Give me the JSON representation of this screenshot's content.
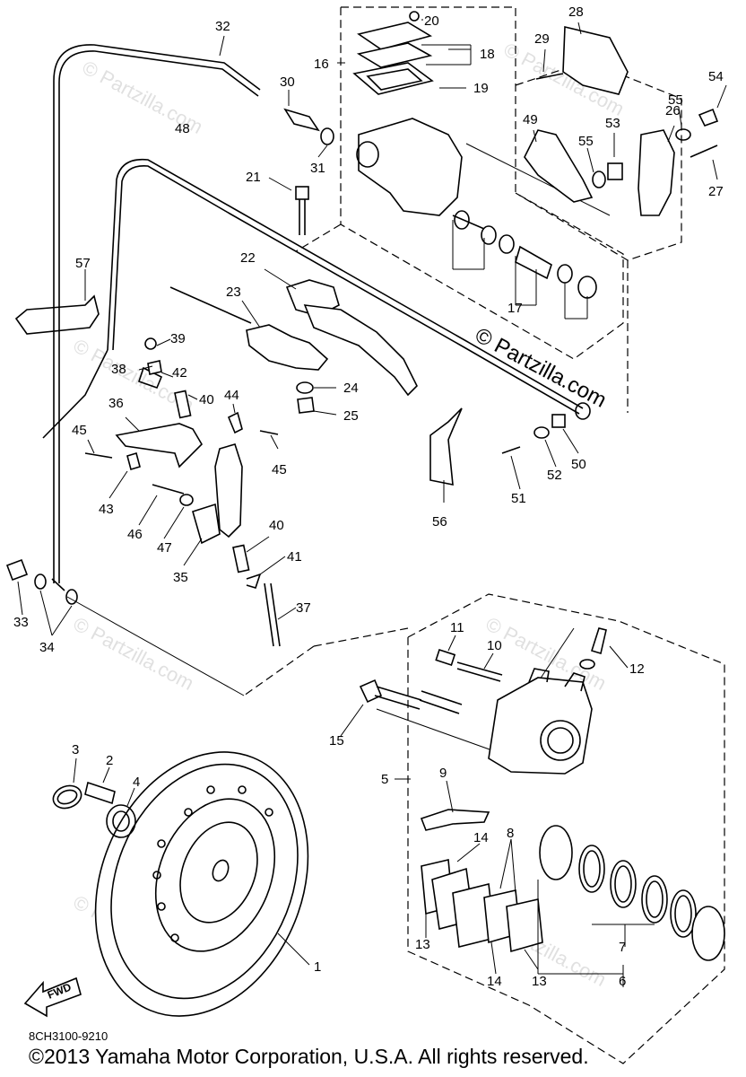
{
  "drawing_code": "8CH3100-9210",
  "copyright": "©2013  Yamaha Motor Corporation, U.S.A. All rights reserved.",
  "watermark": "© Partzilla.com",
  "fwd_label": "FWD",
  "callouts": [
    "1",
    "2",
    "3",
    "4",
    "5",
    "6",
    "7",
    "8",
    "9",
    "10",
    "11",
    "12",
    "13",
    "13",
    "14",
    "14",
    "15",
    "16",
    "17",
    "18",
    "19",
    "20",
    "21",
    "22",
    "23",
    "24",
    "25",
    "26",
    "27",
    "28",
    "29",
    "30",
    "31",
    "32",
    "33",
    "34",
    "35",
    "36",
    "37",
    "38",
    "39",
    "40",
    "40",
    "41",
    "42",
    "43",
    "44",
    "45",
    "45",
    "46",
    "47",
    "48",
    "49",
    "50",
    "51",
    "52",
    "53",
    "54",
    "55",
    "55",
    "56",
    "57"
  ]
}
